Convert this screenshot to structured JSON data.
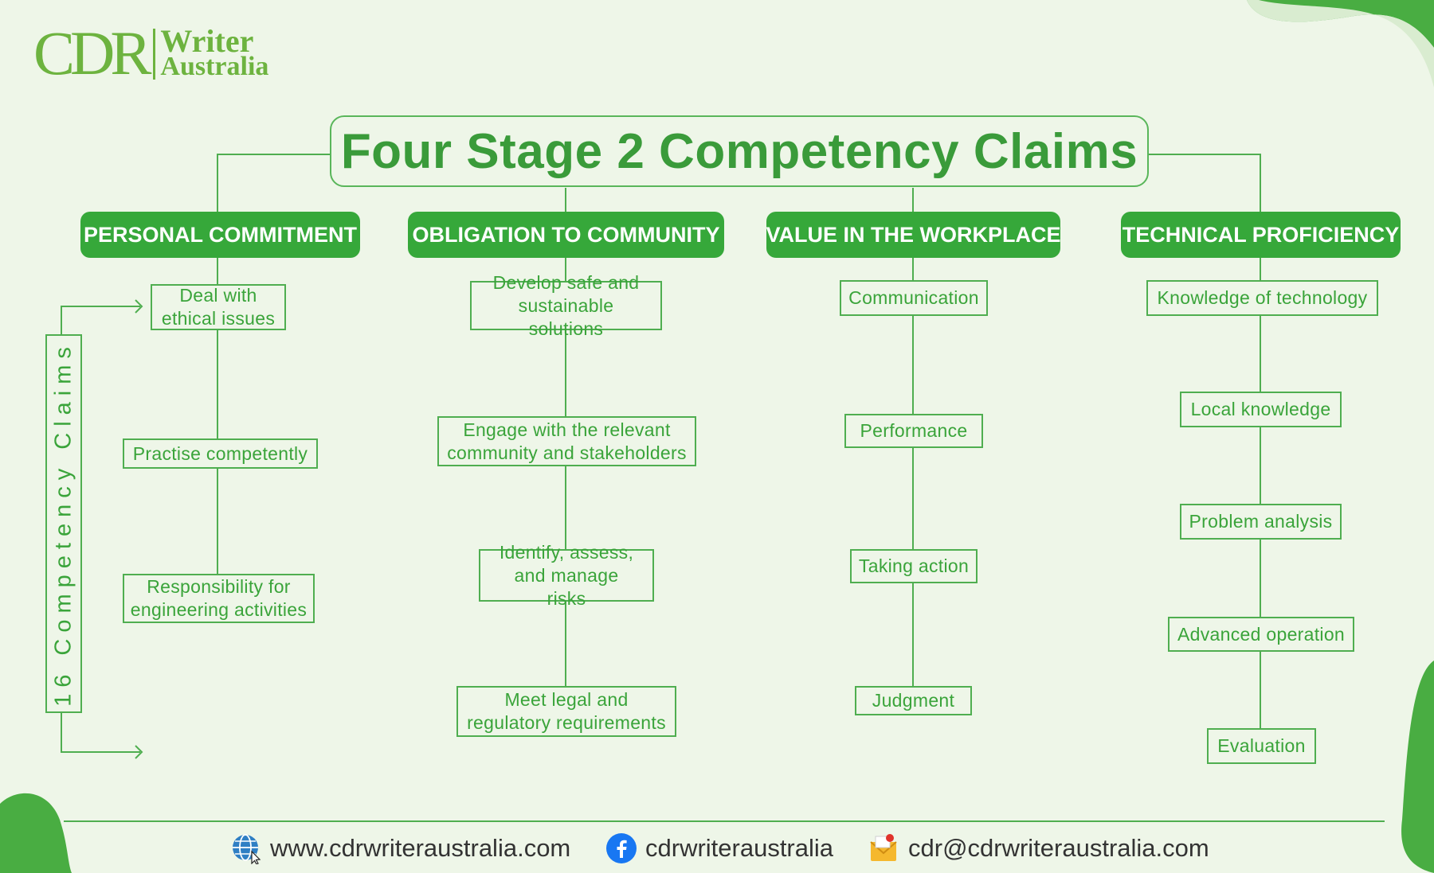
{
  "brand": {
    "logo_main": "CDR",
    "logo_line1": "Writer",
    "logo_line2": "Australia"
  },
  "title": "Four Stage 2 Competency Claims",
  "side_label": "16 Competency Claims",
  "columns": [
    {
      "heading": "PERSONAL COMMITMENT",
      "items": [
        "Deal with ethical issues",
        "Practise competently",
        "Responsibility for engineering activities"
      ]
    },
    {
      "heading": "OBLIGATION TO COMMUNITY",
      "items": [
        "Develop safe and sustainable solutions",
        "Engage with the relevant community and stakeholders",
        "Identify, assess, and manage risks",
        "Meet legal and regulatory requirements"
      ]
    },
    {
      "heading": "VALUE IN THE WORKPLACE",
      "items": [
        "Communication",
        "Performance",
        "Taking action",
        "Judgment"
      ]
    },
    {
      "heading": "TECHNICAL PROFICIENCY",
      "items": [
        "Knowledge of technology",
        "Local knowledge",
        "Problem analysis",
        "Advanced operation",
        "Evaluation"
      ]
    }
  ],
  "footer": {
    "website": "www.cdrwriteraustralia.com",
    "facebook": "cdrwriteraustralia",
    "email": "cdr@cdrwriteraustralia.com"
  },
  "colors": {
    "primary": "#36a83a",
    "background": "#eef6e8",
    "accent": "#55b847"
  }
}
